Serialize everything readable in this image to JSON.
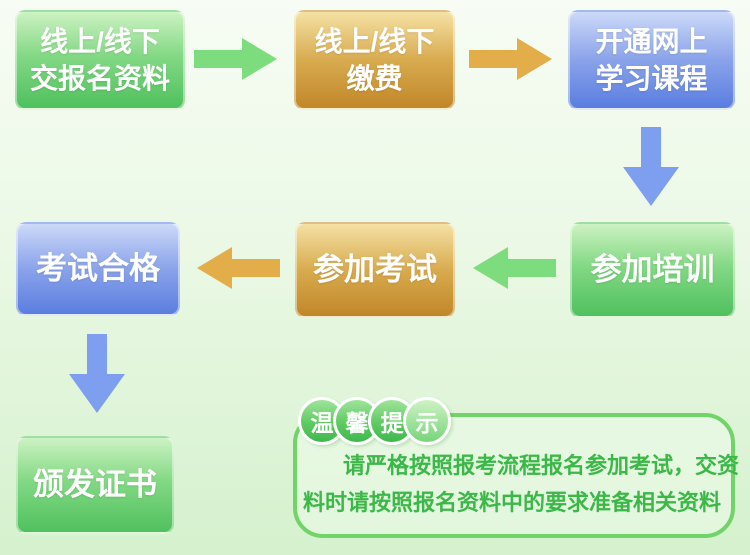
{
  "flow": {
    "steps": [
      {
        "name": "submit-materials",
        "lines": [
          "线上/线下",
          "交报名资料"
        ],
        "style": "green"
      },
      {
        "name": "pay-fee",
        "lines": [
          "线上/线下",
          "缴费"
        ],
        "style": "gold"
      },
      {
        "name": "open-online-courses",
        "lines": [
          "开通网上",
          "学习课程"
        ],
        "style": "blue"
      },
      {
        "name": "attend-training",
        "lines": [
          "参加培训"
        ],
        "style": "green"
      },
      {
        "name": "take-exam",
        "lines": [
          "参加考试"
        ],
        "style": "gold"
      },
      {
        "name": "pass-exam",
        "lines": [
          "考试合格"
        ],
        "style": "blue"
      },
      {
        "name": "issue-certificate",
        "lines": [
          "颁发证书"
        ],
        "style": "green"
      }
    ],
    "arrows": [
      {
        "name": "arrow-right-green",
        "direction": "right",
        "color": "#7ddc7d"
      },
      {
        "name": "arrow-right-gold",
        "direction": "right",
        "color": "#e3ae4a"
      },
      {
        "name": "arrow-down-blue-1",
        "direction": "down",
        "color": "#7e9ef0"
      },
      {
        "name": "arrow-left-green",
        "direction": "left",
        "color": "#7ddc7d"
      },
      {
        "name": "arrow-left-gold",
        "direction": "left",
        "color": "#e3ae4a"
      },
      {
        "name": "arrow-down-blue-2",
        "direction": "down",
        "color": "#7e9ef0"
      }
    ]
  },
  "tips": {
    "badge_chars": [
      "温",
      "馨",
      "提",
      "示"
    ],
    "lines": [
      "请严格按照报考流程报名参加考试，交资",
      "料时请按照报名资料中的要求准备相关资料"
    ],
    "full_text": "请严格按照报考流程报名参加考试，交资料时请按照报名资料中的要求准备相关资料"
  },
  "colors": {
    "background_top": "#f7fcf4",
    "background_bottom": "#d5f1cd",
    "green_box_top": "#cdf2c3",
    "green_box_bottom": "#4fc15e",
    "gold_box_top": "#f5e1a4",
    "gold_box_bottom": "#c18729",
    "blue_box_top": "#ccd9f8",
    "blue_box_bottom": "#5a7ee0",
    "arrow_green": "#7ddc7d",
    "arrow_gold": "#e3ae4a",
    "arrow_blue": "#7e9ef0",
    "tips_border": "#70d469",
    "tips_text": "#3cb848",
    "badge_fill": "#4fc15e"
  }
}
